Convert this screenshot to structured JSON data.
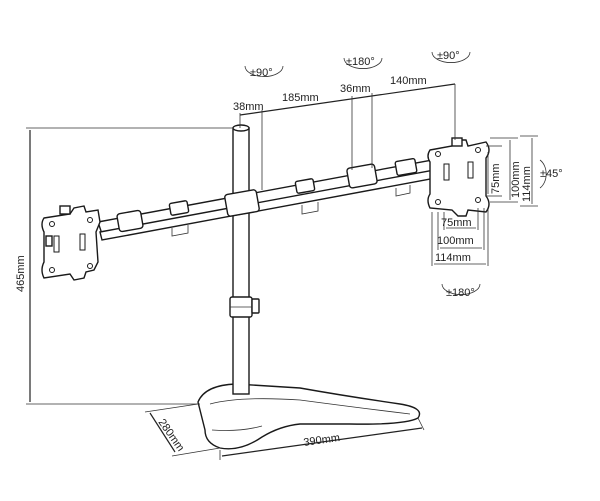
{
  "dimensions": {
    "pole_offset": "38mm",
    "arm_upper": "185mm",
    "arm_joint": "36mm",
    "arm_end": "140mm",
    "total_height": "465mm",
    "base_depth": "280mm",
    "base_width": "390mm",
    "vesa_h_75": "75mm",
    "vesa_h_100": "100mm",
    "vesa_h_114": "114mm",
    "vesa_w_75": "75mm",
    "vesa_w_100": "100mm",
    "vesa_w_114": "114mm"
  },
  "rotations": {
    "arm_pole": "±90°",
    "arm_mid": "±180°",
    "arm_head": "±90°",
    "tilt": "±45°",
    "rotate": "±180°"
  }
}
